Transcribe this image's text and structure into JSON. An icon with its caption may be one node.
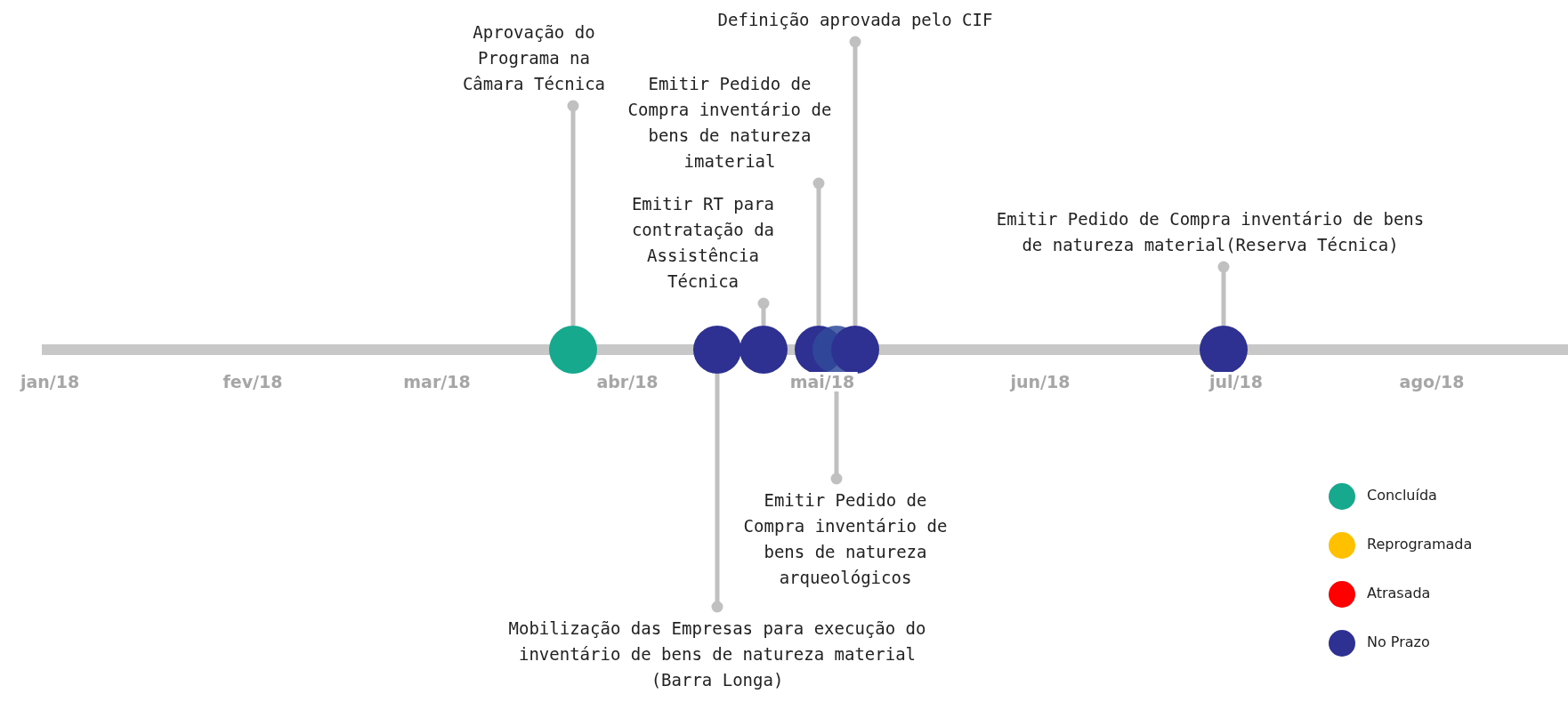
{
  "diagram": {
    "nodes": [
      {
        "text": [
          "Aprovação do Programa na Câmara Técnica"
        ]
      },
      {
        "text": [
          "Definição aprovada pelo CIF"
        ]
      },
      {
        "text": [
          "Emitir Pedido de Compra inventário de bens de natureza imaterial"
        ]
      },
      {
        "text": [
          "Emitir RT para contratação da Assistência Técnica"
        ]
      },
      {
        "text": [
          "Emitir Pedido de Compra inventário de bens de natureza material(Reserva Técnica)"
        ]
      },
      {
        "text": [
          "Emitir Pedido de Compra inventário de bens de natureza arqueológicos"
        ]
      },
      {
        "text": [
          "Mobilização das Empresas para execução do inventário de bens de natureza material (Barra Longa)"
        ]
      },
      {
        "text": [],
        "shape": "circle"
      },
      {
        "text": [],
        "shape": "circle"
      },
      {
        "text": [],
        "shape": "circle"
      },
      {
        "text": [],
        "shape": "circle"
      },
      {
        "text": [],
        "shape": "circle"
      },
      {
        "text": [],
        "shape": "circle"
      },
      {
        "text": [],
        "shape": "circle"
      }
    ],
    "edges": [
      {
        "from": 0,
        "to": 7,
        "arrow": "other"
      },
      {
        "from": 6,
        "to": 8,
        "arrow": "other"
      },
      {
        "from": 3,
        "to": 9,
        "arrow": "other"
      },
      {
        "from": 2,
        "to": 10,
        "arrow": "other"
      },
      {
        "from": 5,
        "to": 11,
        "arrow": "other"
      },
      {
        "from": 1,
        "to": 12,
        "arrow": "other"
      },
      {
        "from": 4,
        "to": 13,
        "arrow": "other"
      }
    ],
    "labels": [
      "jan/18",
      "fev/18",
      "mar/18",
      "abr/18",
      "mai/18",
      "jun/18",
      "jul/18",
      "ago/18"
    ],
    "legend": [
      {
        "text": "Concluída",
        "color": "#16a98d"
      },
      {
        "text": "Reprogramada",
        "color": "#ffc000"
      },
      {
        "text": "Atrasada",
        "color": "#ff0000"
      },
      {
        "text": "No Prazo",
        "color": "#2e3192"
      }
    ]
  }
}
